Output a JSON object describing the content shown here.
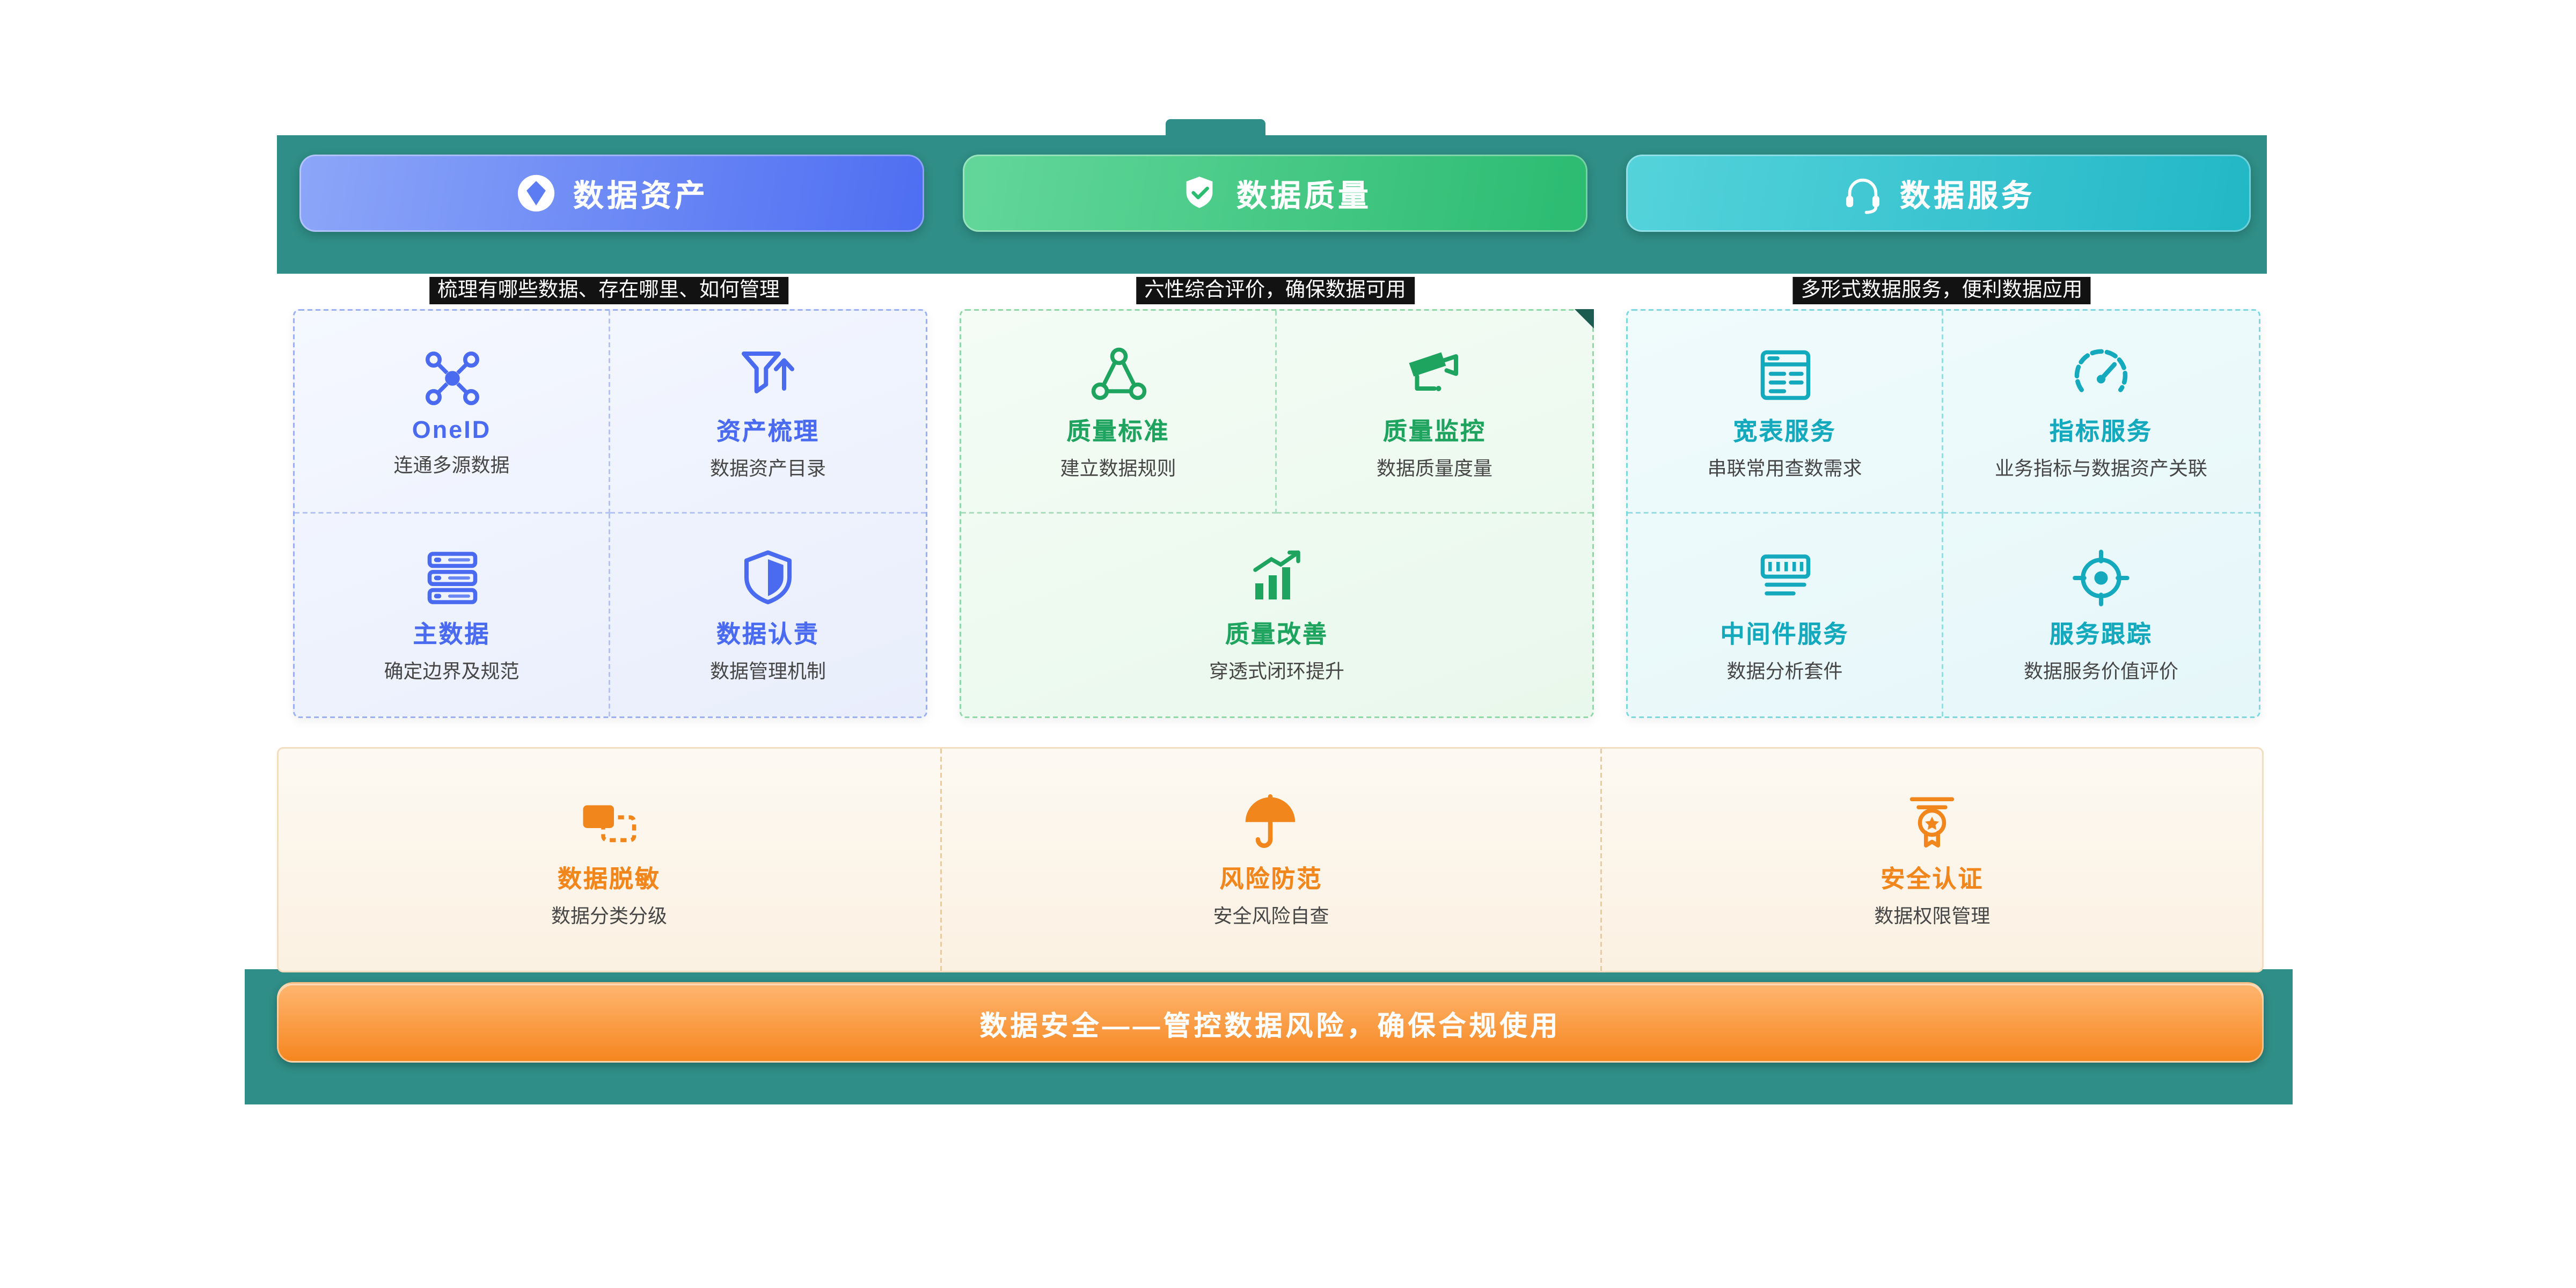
{
  "theme": {
    "teal_band": "#2F8E87",
    "assets_blue": "#4A6BF0",
    "quality_green": "#1FA45F",
    "services_cyan": "#14A9BC",
    "security_orange": "#F0861C",
    "banner_gradient": [
      "#FFB670",
      "#F5861F"
    ],
    "subtitle_bg": "#121212"
  },
  "pillars": [
    {
      "title": "数据资产",
      "icon": "diamond-icon",
      "subtitle": "梳理有哪些数据、存在哪里、如何管理",
      "items": [
        {
          "icon": "network-icon",
          "title": "OneID",
          "desc": "连通多源数据"
        },
        {
          "icon": "funnel-arrow-icon",
          "title": "资产梳理",
          "desc": "数据资产目录"
        },
        {
          "icon": "server-stack-icon",
          "title": "主数据",
          "desc": "确定边界及规范"
        },
        {
          "icon": "shield-icon",
          "title": "数据认责",
          "desc": "数据管理机制"
        }
      ]
    },
    {
      "title": "数据质量",
      "icon": "shield-check-icon",
      "subtitle": "六性综合评价，确保数据可用",
      "items": [
        {
          "icon": "nodes-icon",
          "title": "质量标准",
          "desc": "建立数据规则"
        },
        {
          "icon": "cctv-icon",
          "title": "质量监控",
          "desc": "数据质量度量"
        },
        {
          "icon": "growth-chart-icon",
          "title": "质量改善",
          "desc": "穿透式闭环提升"
        }
      ]
    },
    {
      "title": "数据服务",
      "icon": "headset-icon",
      "subtitle": "多形式数据服务，便利数据应用",
      "items": [
        {
          "icon": "table-icon",
          "title": "宽表服务",
          "desc": "串联常用查数需求"
        },
        {
          "icon": "gauge-icon",
          "title": "指标服务",
          "desc": "业务指标与数据资产关联"
        },
        {
          "icon": "middleware-icon",
          "title": "中间件服务",
          "desc": "数据分析套件"
        },
        {
          "icon": "target-icon",
          "title": "服务跟踪",
          "desc": "数据服务价值评价"
        }
      ]
    }
  ],
  "security": {
    "items": [
      {
        "icon": "mask-icon",
        "title": "数据脱敏",
        "desc": "数据分类分级"
      },
      {
        "icon": "umbrella-icon",
        "title": "风险防范",
        "desc": "安全风险自查"
      },
      {
        "icon": "badge-icon",
        "title": "安全认证",
        "desc": "数据权限管理"
      }
    ],
    "banner": "数据安全——管控数据风险，确保合规使用"
  }
}
